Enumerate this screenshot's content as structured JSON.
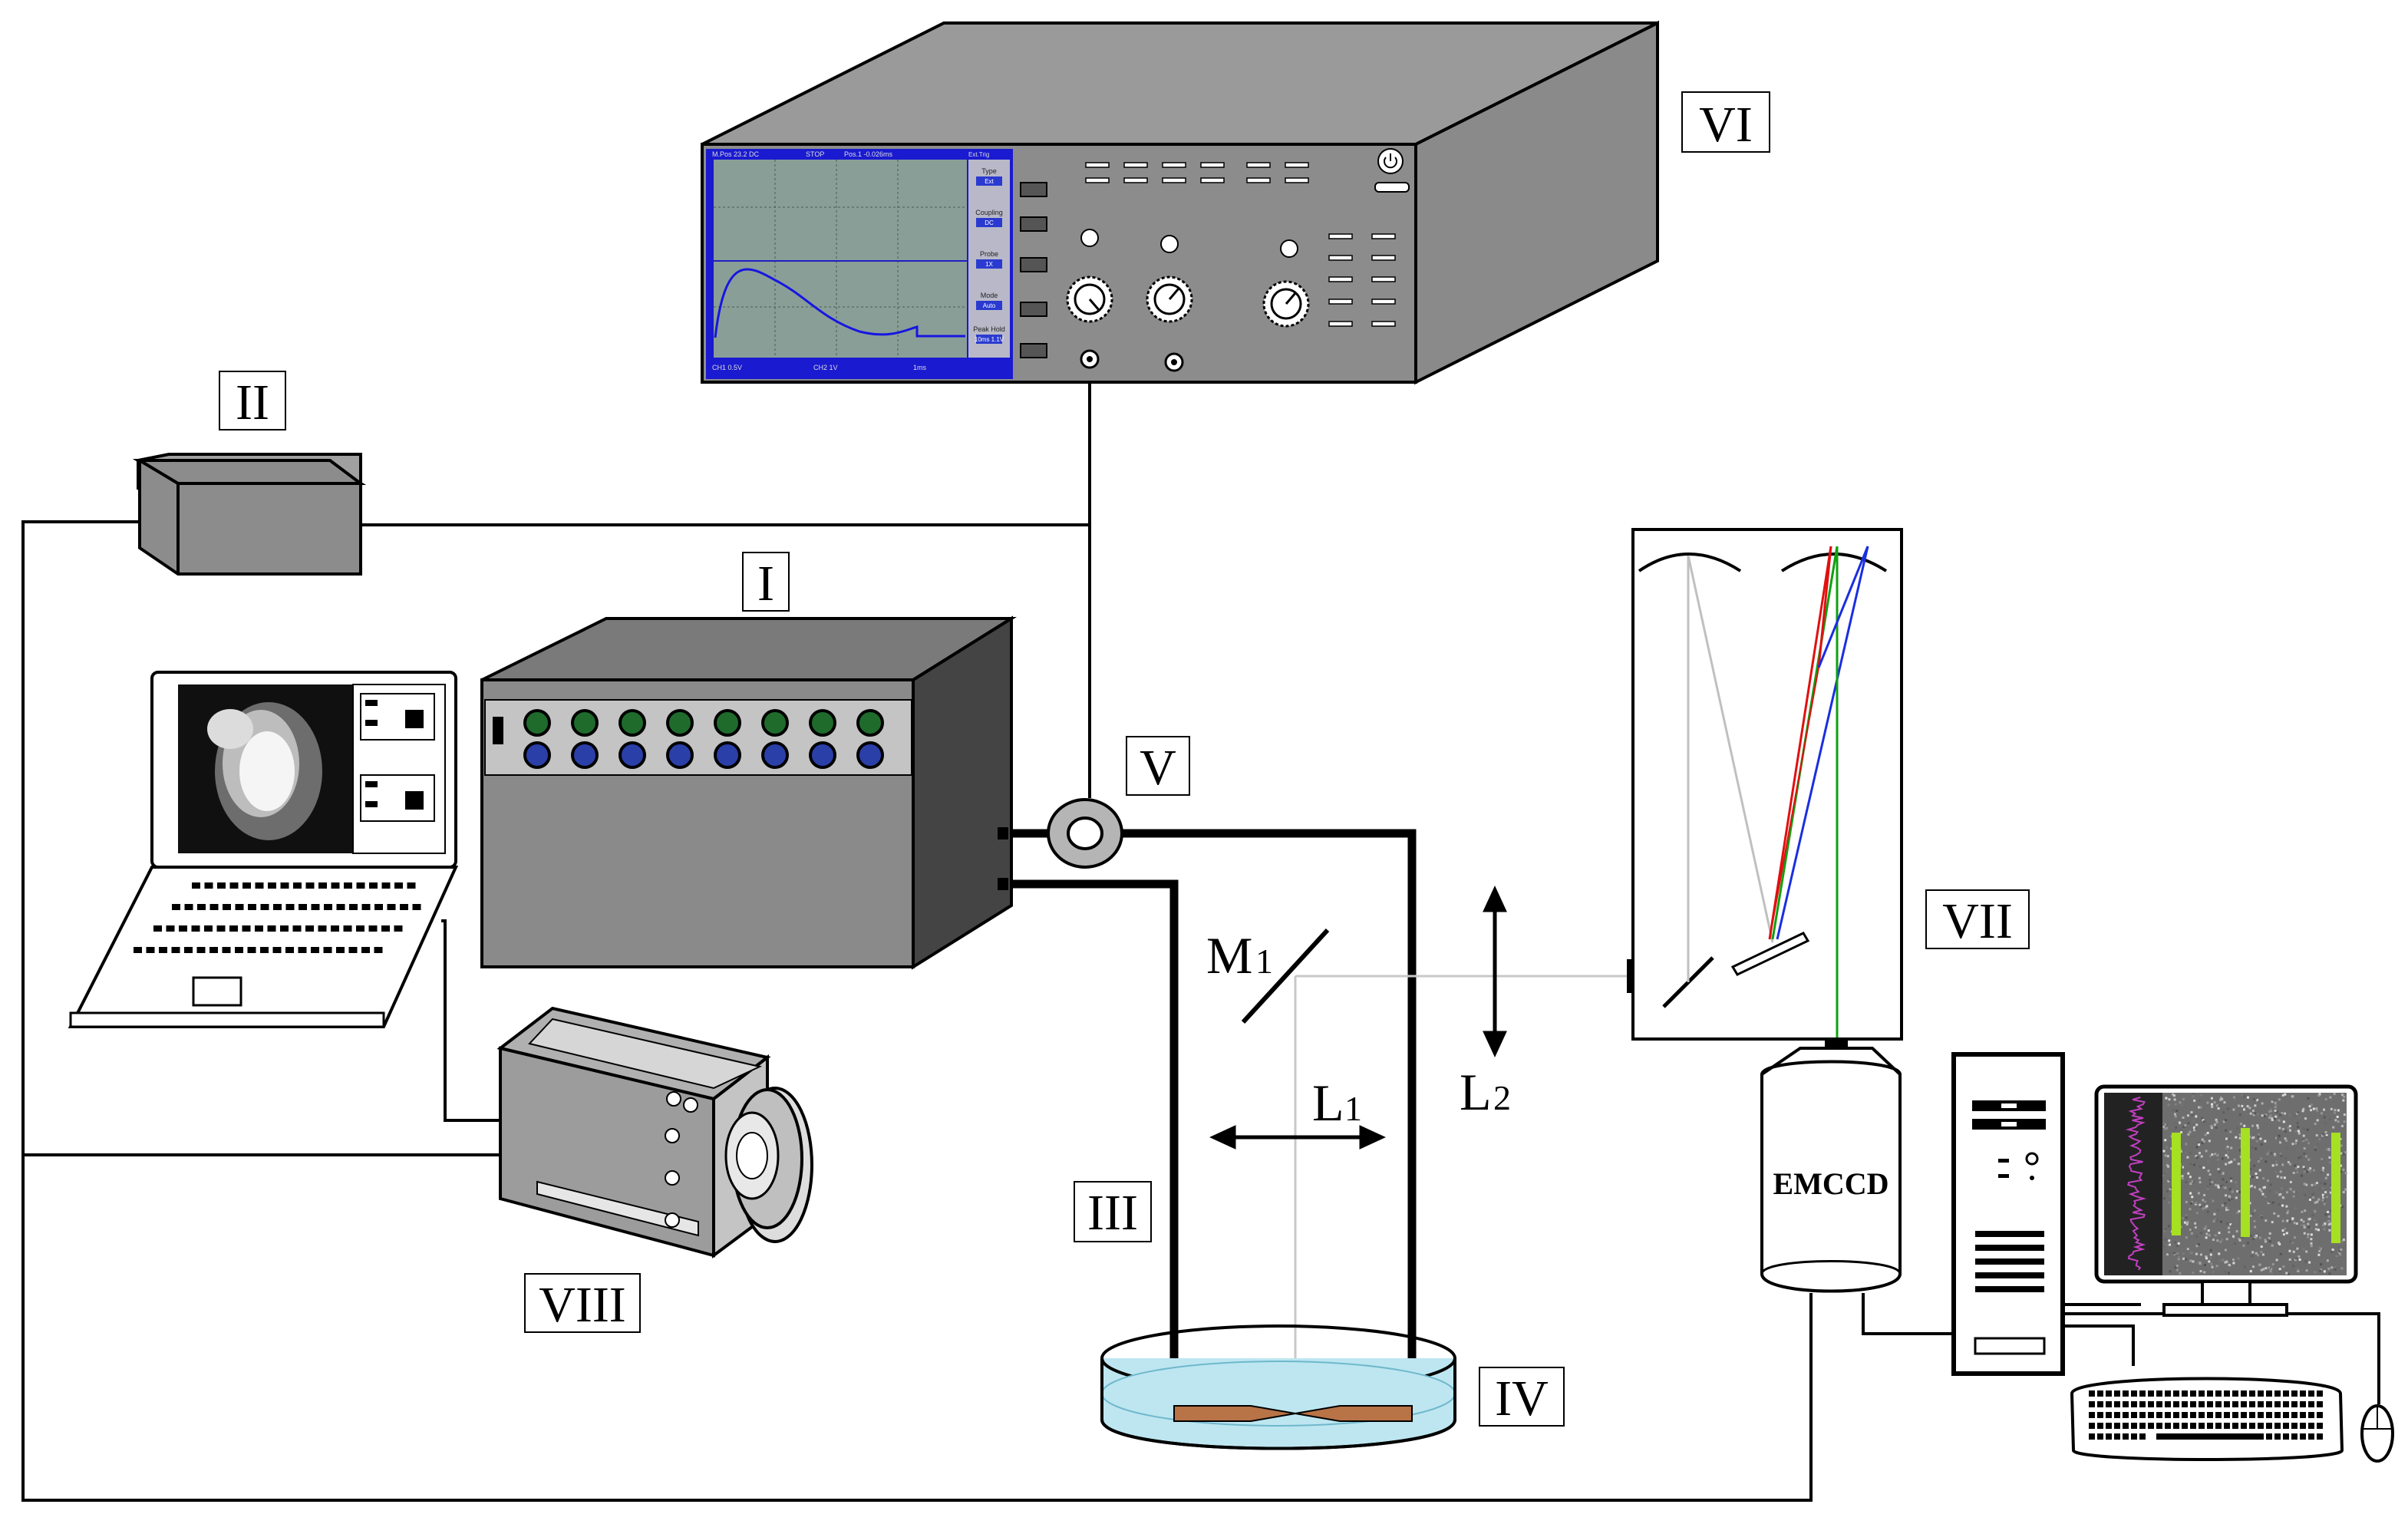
{
  "labels": {
    "I": "I",
    "II": "II",
    "III": "III",
    "IV": "IV",
    "V": "V",
    "VI": "VI",
    "VII": "VII",
    "VIII": "VIII"
  },
  "optics": {
    "m1": "M",
    "m1_sub": "1",
    "l1": "L",
    "l1_sub": "1",
    "l2": "L",
    "l2_sub": "2"
  },
  "detector": {
    "name": "EMCCD"
  },
  "oscilloscope_screen": {
    "header_left": "M.Pos 23.2 DC",
    "header_mid": "STOP",
    "header_right": "Pos.1 -0.026ms",
    "top_right": "Ext.Trig",
    "menu": [
      "Type",
      "Coupling",
      "Probe",
      "Mode",
      "Peak Hold"
    ],
    "menu_values": [
      "Ext",
      "DC",
      "1X",
      "Auto",
      "10ms 1.1V"
    ],
    "footer_left": "CH1 0.5V",
    "footer_mid": "CH2 1V",
    "footer_right": "1ms"
  },
  "colors": {
    "device_gray": "#8c8c8c",
    "device_dark": "#5a5a5a",
    "knob_green": "#1f6b2c",
    "knob_blue": "#2b3fa8",
    "water": "#bde6f0",
    "electrode": "#b87347",
    "ray_red": "#e01010",
    "ray_green": "#10a010",
    "ray_blue": "#1a2ee0",
    "spectrum_line": "#a6e022"
  }
}
